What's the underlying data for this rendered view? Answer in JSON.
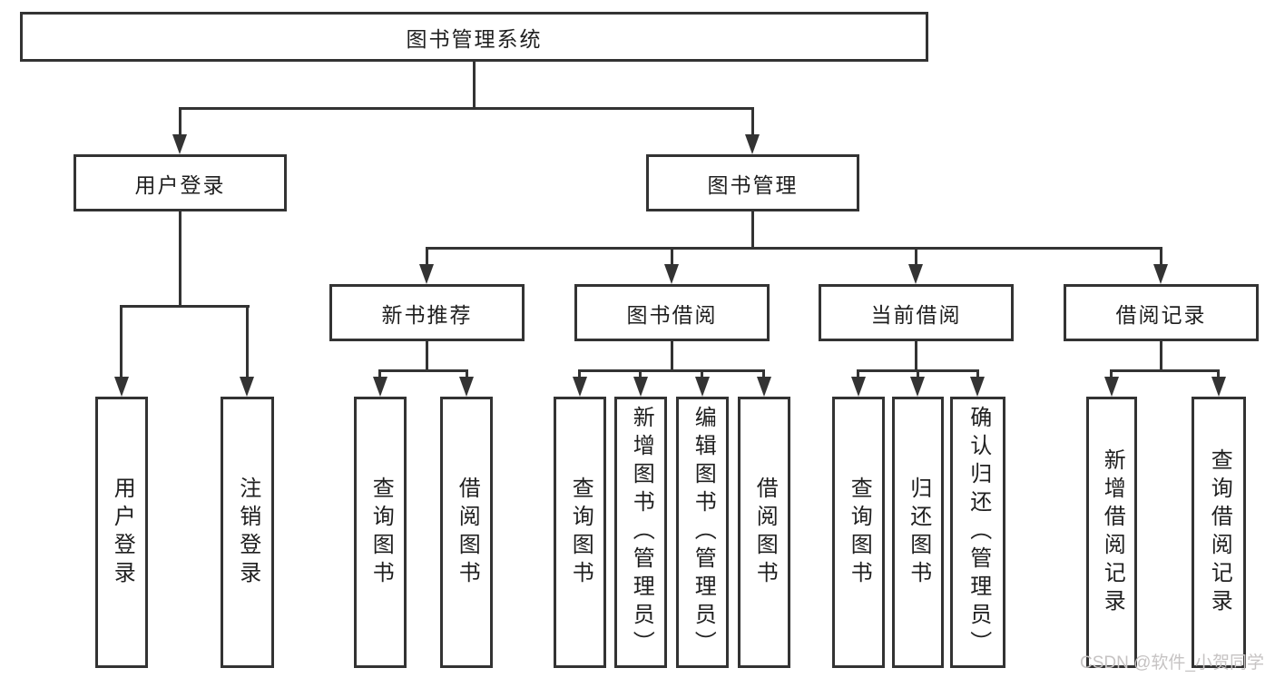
{
  "tree": {
    "label": "图书管理系统",
    "children": [
      {
        "label": "用户登录",
        "children": [
          {
            "label": "用户登录"
          },
          {
            "label": "注销登录"
          }
        ]
      },
      {
        "label": "图书管理",
        "children": [
          {
            "label": "新书推荐",
            "children": [
              {
                "label": "查询图书"
              },
              {
                "label": "借阅图书"
              }
            ]
          },
          {
            "label": "图书借阅",
            "children": [
              {
                "label": "查询图书"
              },
              {
                "label": "新增图书（管理员）"
              },
              {
                "label": "编辑图书（管理员）"
              },
              {
                "label": "借阅图书"
              }
            ]
          },
          {
            "label": "当前借阅",
            "children": [
              {
                "label": "查询图书"
              },
              {
                "label": "归还图书"
              },
              {
                "label": "确认归还（管理员）"
              }
            ]
          },
          {
            "label": "借阅记录",
            "children": [
              {
                "label": "新增借阅记录"
              },
              {
                "label": "查询借阅记录"
              }
            ]
          }
        ]
      }
    ]
  },
  "watermark": {
    "text": "CSDN @软件_小贺同学"
  },
  "colors": {
    "line": "#333333",
    "text": "#1f1f1f",
    "watermark": "#c6c3c3",
    "background": "#ffffff"
  }
}
